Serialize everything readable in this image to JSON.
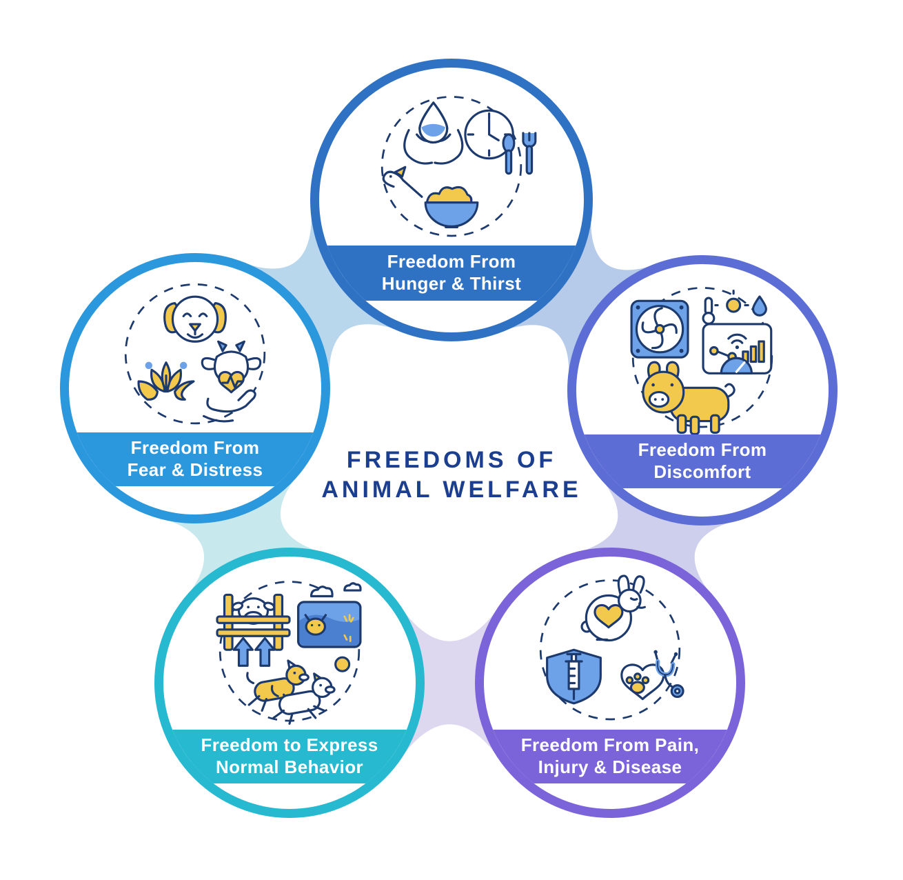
{
  "title": {
    "line1": "FREEDOMS OF",
    "line2": "ANIMAL WELFARE",
    "color": "#1c3e8e"
  },
  "circles": [
    {
      "id": "hunger-thirst",
      "color": "#2f72c4",
      "label_line1": "Freedom From",
      "label_line2": "Hunger & Thirst",
      "icons": [
        "water-drop-in-hands-icon",
        "clock-with-spoon-fork-icon",
        "animal-eating-from-bowl-icon"
      ]
    },
    {
      "id": "discomfort",
      "color": "#5c6dd5",
      "label_line1": "Freedom From",
      "label_line2": "Discomfort",
      "icons": [
        "cooling-fan-icon",
        "climate-monitor-icon",
        "pig-icon"
      ]
    },
    {
      "id": "pain-injury-disease",
      "color": "#7b64da",
      "label_line1": "Freedom From Pain,",
      "label_line2": "Injury & Disease",
      "icons": [
        "rabbit-with-heart-icon",
        "vaccine-shield-icon",
        "vet-heart-paw-stethoscope-icon"
      ]
    },
    {
      "id": "normal-behavior",
      "color": "#26b9d0",
      "label_line1": "Freedom to Express",
      "label_line2": "Normal Behavior",
      "icons": [
        "cattle-fence-arrows-icon",
        "pasture-icon",
        "playing-dogs-icon"
      ]
    },
    {
      "id": "fear-distress",
      "color": "#2b97dd",
      "label_line1": "Freedom From",
      "label_line2": "Fear & Distress",
      "icons": [
        "happy-dog-face-icon",
        "lotus-icon",
        "hand-holding-cow-heart-icon"
      ]
    }
  ],
  "connectors": [
    {
      "between": [
        "hunger-thirst",
        "fear-distress"
      ],
      "color": "#b9d7ec"
    },
    {
      "between": [
        "hunger-thirst",
        "discomfort"
      ],
      "color": "#b5cbe9"
    },
    {
      "between": [
        "discomfort",
        "pain-injury-disease"
      ],
      "color": "#cdcfec"
    },
    {
      "between": [
        "pain-injury-disease",
        "normal-behavior"
      ],
      "color": "#ddd8f0"
    },
    {
      "between": [
        "normal-behavior",
        "fear-distress"
      ],
      "color": "#c7e9ee"
    }
  ],
  "icon_palette": {
    "yellow": "#f2c94c",
    "blue": "#6ea2e8",
    "dark_hill_blue": "#4b7fd0",
    "outline_navy": "#1d3a6e"
  }
}
